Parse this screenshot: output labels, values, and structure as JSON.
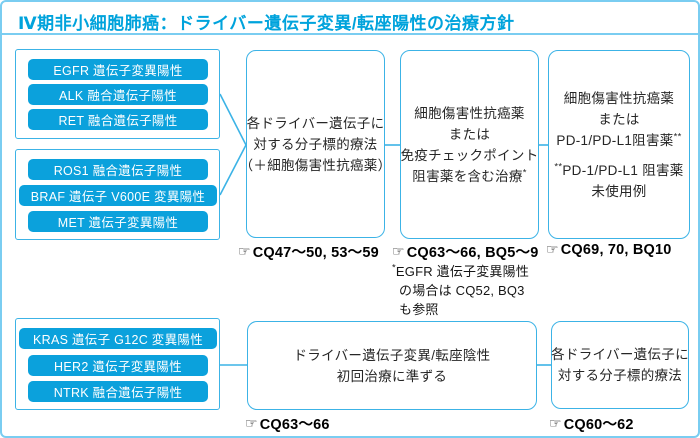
{
  "title": "Ⅳ期非小細胞肺癌：ドライバー遺伝子変異/転座陽性の治療方針",
  "icons": {
    "pointer": "☞"
  },
  "colors": {
    "accent_blue": "#00a3dc",
    "gene_pill_blue": "#0ba1dc",
    "line_blue": "#3cb3e6",
    "frame_blue": "#7acdf1",
    "text_dark": "#262626"
  },
  "groups": [
    {
      "genes": [
        "EGFR 遺伝子変異陽性",
        "ALK 融合遺伝子陽性",
        "RET 融合遺伝子陽性"
      ]
    },
    {
      "genes": [
        "ROS1 融合遺伝子陽性",
        "BRAF 遺伝子 V600E 変異陽性",
        "MET 遺伝子変異陽性"
      ]
    },
    {
      "genes": [
        "KRAS 遺伝子 G12C 変異陽性",
        "HER2 遺伝子変異陽性",
        "NTRK 融合遺伝子陽性"
      ]
    }
  ],
  "boxes": {
    "box_a": {
      "lines": [
        "各ドライバー遺伝子に",
        "対する分子標的療法",
        "（＋細胞傷害性抗癌薬）"
      ],
      "caption": "CQ47～50, 53～59"
    },
    "box_b": {
      "lines": [
        "細胞傷害性抗癌薬",
        "または",
        "免疫チェックポイント",
        "阻害薬を含む治療"
      ],
      "sup": "*",
      "caption": "CQ63～66, BQ5～9",
      "footnote": {
        "marker": "*",
        "lines": [
          "EGFR 遺伝子変異陽性",
          "の場合は CQ52, BQ3",
          "も参照"
        ]
      }
    },
    "box_c": {
      "lines": [
        "細胞傷害性抗癌薬",
        "または",
        "PD-1/PD-L1阻害薬"
      ],
      "sup": "**",
      "note": {
        "marker": "**",
        "lines": [
          "PD-1/PD-L1 阻害薬",
          "未使用例"
        ]
      },
      "caption": "CQ69, 70, BQ10"
    },
    "box_d": {
      "lines": [
        "ドライバー遺伝子変異/転座陰性",
        "初回治療に準ずる"
      ],
      "caption": "CQ63～66"
    },
    "box_e": {
      "lines": [
        "各ドライバー遺伝子に",
        "対する分子標的療法"
      ],
      "caption": "CQ60～62"
    }
  }
}
